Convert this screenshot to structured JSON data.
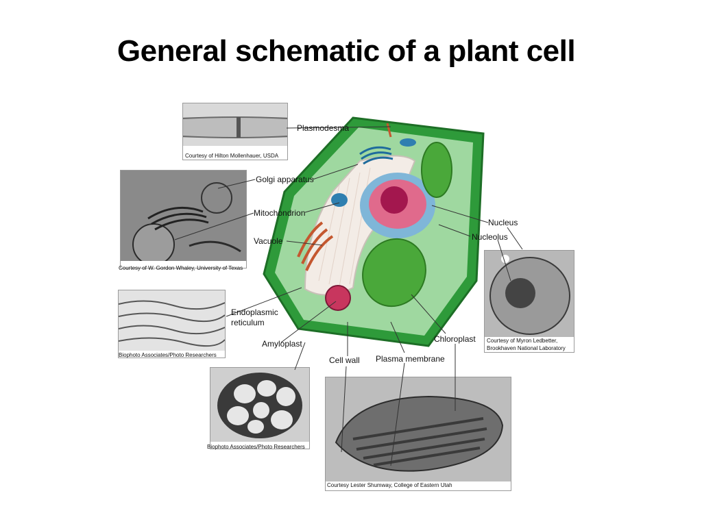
{
  "slide": {
    "title": "General schematic of a plant cell"
  },
  "labels": {
    "plasmodesma": "Plasmodesma",
    "golgi": "Golgi apparatus",
    "mitochondrion": "Mitochondrion",
    "vacuole": "Vacuole",
    "nucleus": "Nucleus",
    "nucleolus": "Nucleolus",
    "er_line1": "Endoplasmic",
    "er_line2": "reticulum",
    "amyloplast": "Amyloplast",
    "chloroplast": "Chloroplast",
    "cell_wall": "Cell wall",
    "plasma_membrane": "Plasma membrane"
  },
  "credits": {
    "plasmodesma": "Courtesy of Hilton Mollenhauer, USDA",
    "golgi": "Courtesy of W. Gordon Whaley, University of Texas",
    "er": "Biophoto Associates/Photo Researchers",
    "amyloplast": "Biophoto Associates/Photo Researchers",
    "nucleus_line1": "Courtesy of Myron Ledbetter,",
    "nucleus_line2": "Brookhaven National Laboratory",
    "chloroplast": "Courtesy Lester Shumway, College of Eastern Utah"
  },
  "colors": {
    "cell_wall": "#2e9a3a",
    "cytoplasm": "#9fd8a0",
    "vacuole": "#f3ece6",
    "nucleus": "#e06a8c",
    "nuclear_envelope": "#7fb6d8",
    "nucleolus": "#a3174e",
    "chloroplast": "#4aa83a",
    "mitochondrion": "#2f7fb0",
    "er": "#c4572f",
    "amyloplast": "#c8365e"
  }
}
